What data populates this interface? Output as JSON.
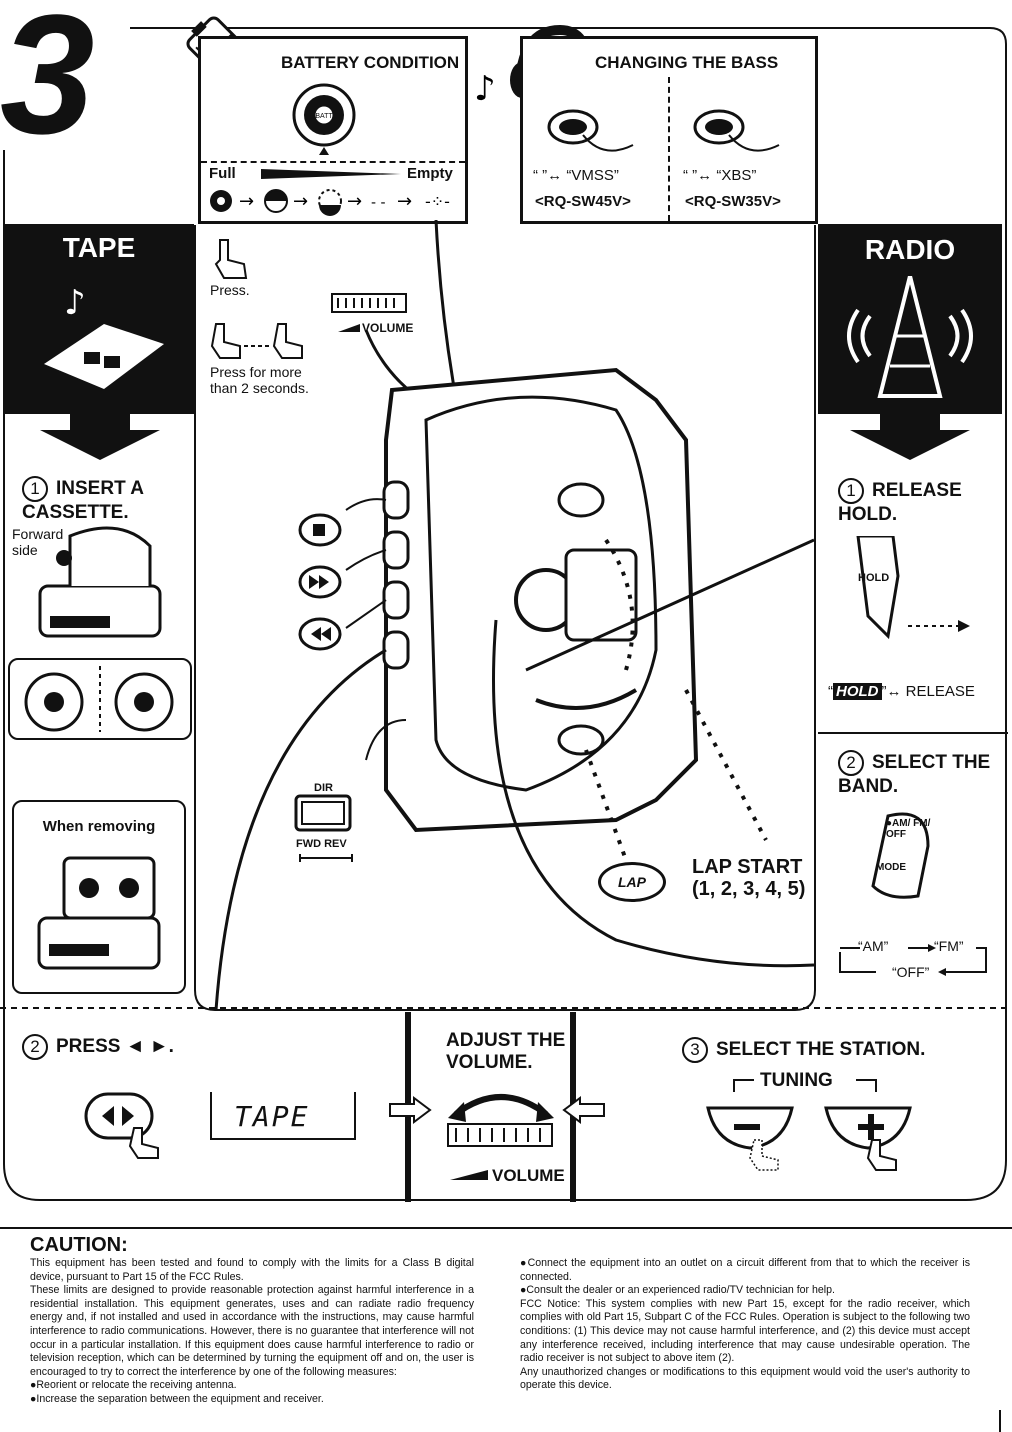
{
  "page_number": "3",
  "battery": {
    "title": "BATTERY CONDITION",
    "button_label": "BATT",
    "full_label": "Full",
    "empty_label": "Empty"
  },
  "bass": {
    "title": "CHANGING THE BASS",
    "left_toggle": "“ ”↔ “VMSS”",
    "right_toggle": "“ ”↔ “XBS”",
    "left_model": "<RQ-SW45V>",
    "right_model": "<RQ-SW35V>"
  },
  "tape_panel": {
    "title": "TAPE",
    "step1_num": "1",
    "step1_label": "INSERT A CASSETTE.",
    "forward_side": "Forward side",
    "when_removing": "When removing"
  },
  "center": {
    "press": "Press.",
    "press_long": "Press for more than 2 seconds.",
    "volume": "VOLUME",
    "dir": "DIR",
    "fwd_rev": "FWD REV",
    "lap_label": "LAP",
    "lap_start": "LAP START",
    "lap_values": "(1, 2, 3, 4, 5)"
  },
  "radio_panel": {
    "title": "RADIO",
    "step1_num": "1",
    "step1_label": "RELEASE HOLD.",
    "hold_label": "HOLD",
    "hold_release_hold": "HOLD",
    "hold_release_text": "↔ RELEASE",
    "step2_num": "2",
    "step2_label": "SELECT THE BAND.",
    "mode_button": "●AM/ FM/ OFF",
    "mode_label": "MODE",
    "band_am": "“AM”",
    "band_fm": "“FM”",
    "band_off": "“OFF”"
  },
  "bottom": {
    "step2_num": "2",
    "step2_label": "PRESS ◄ ►.",
    "tape_display": "TAPE",
    "adjust_label": "ADJUST THE VOLUME.",
    "volume": "VOLUME",
    "step3_num": "3",
    "step3_label": "SELECT THE STATION.",
    "tuning": "TUNING"
  },
  "caution": {
    "title": "CAUTION:",
    "left_paragraphs": [
      "This equipment has been tested and found to comply with the limits for a Class B digital device, pursuant to Part 15 of the FCC Rules.",
      "These limits are designed to provide reasonable protection against harmful interference in a residential installation. This equipment generates, uses and can radiate radio frequency energy and, if not installed and used in accordance with the instructions, may cause harmful interference to radio communications. However, there is no guarantee that interference will not occur in a particular installation. If this equipment does cause harmful interference to radio or television reception, which can be determined by turning the equipment off and on, the user is encouraged to try to correct the interference by one of the following measures:",
      "●Reorient or relocate the receiving antenna.",
      "●Increase the separation between the equipment and receiver."
    ],
    "right_paragraphs": [
      "●Connect the equipment into an outlet on a circuit different from that to which the receiver is connected.",
      "●Consult the dealer or an experienced radio/TV technician for help.",
      "FCC Notice: This system complies with new Part 15, except for the radio receiver, which complies with old Part 15, Subpart C of the FCC Rules. Operation is subject to the following two conditions: (1) This device may not cause harmful interference, and (2) this device must accept any interference received, including interference that may cause undesirable operation. The radio receiver is not subject to above item (2).",
      "Any unauthorized changes or modifications to this equipment would void the user's authority to operate this device."
    ]
  }
}
